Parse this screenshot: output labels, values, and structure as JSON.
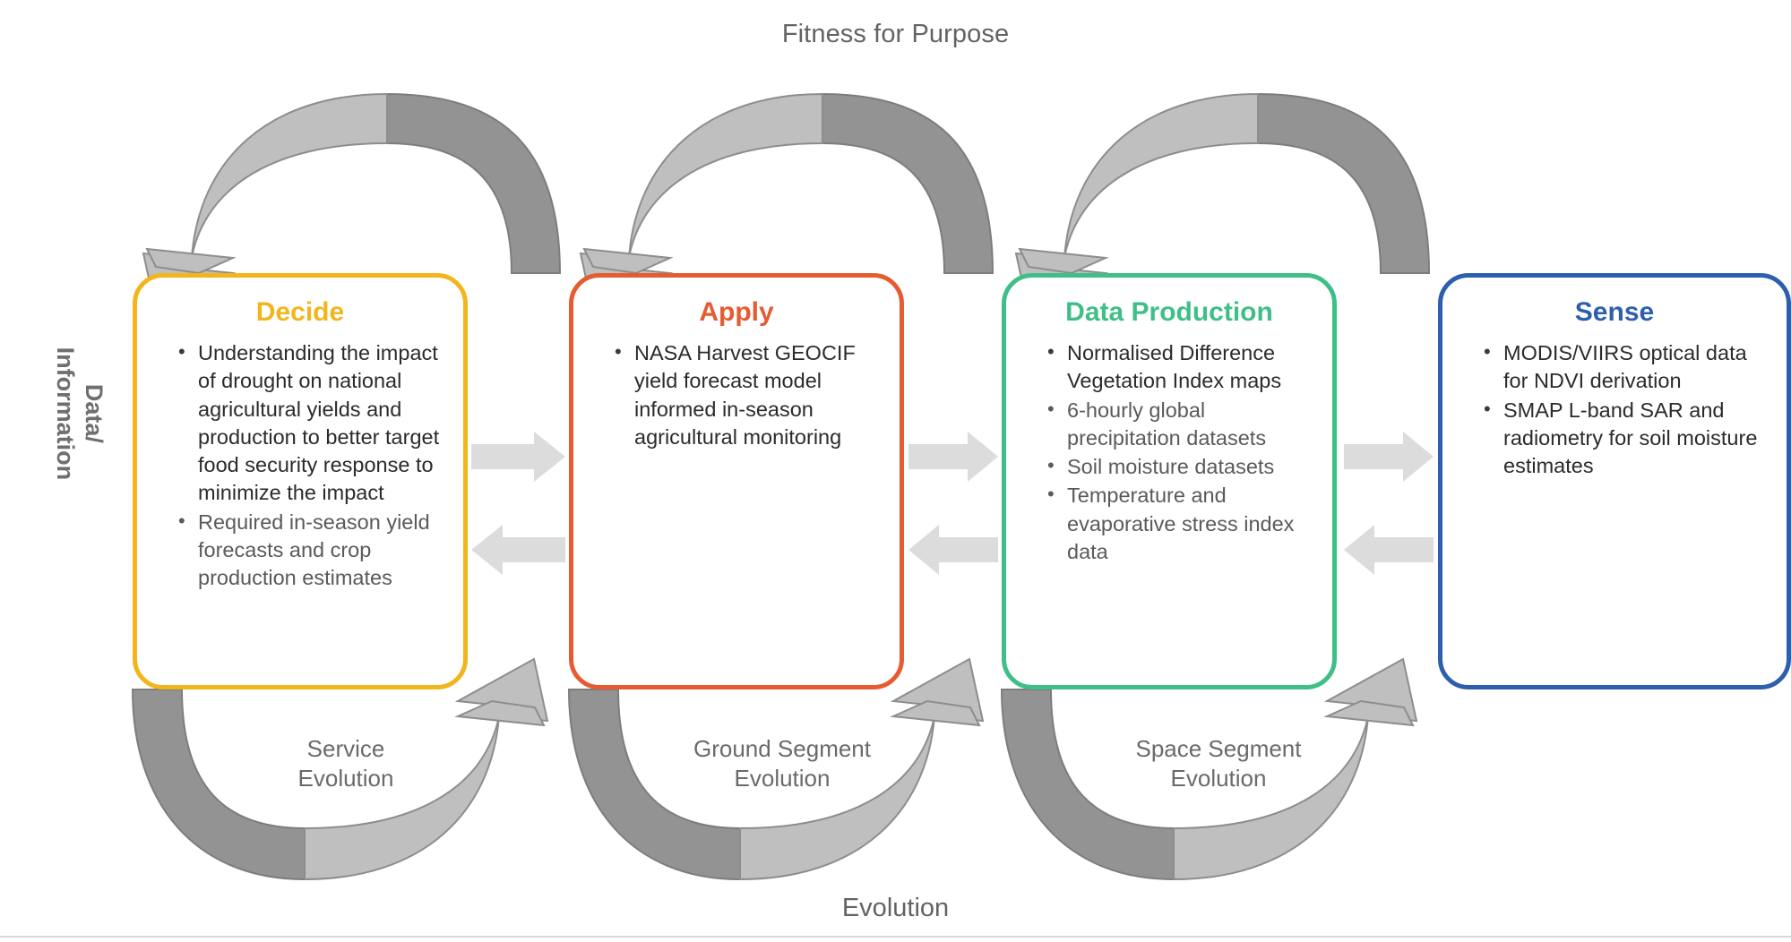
{
  "diagram": {
    "top_caption": "Fitness for Purpose",
    "bottom_caption": "Evolution",
    "side_label_line1": "Data/",
    "side_label_line2": "Information",
    "colors": {
      "decide": "#F2B51B",
      "apply": "#E55B32",
      "data_production": "#3FBF87",
      "sense": "#2E5FAC",
      "arc_light": "#BFBFBF",
      "arc_dark": "#939393",
      "arrow_gray": "#DCDCDC",
      "caption_gray": "#636363"
    }
  },
  "stages": [
    {
      "id": "decide",
      "title": "Decide",
      "bullets": [
        "Understanding the impact of drought on national agricultural yields and production to better target food security response to minimize the impact",
        "Required in-season yield forecasts and crop production estimates"
      ]
    },
    {
      "id": "apply",
      "title": "Apply",
      "bullets": [
        "NASA Harvest GEOCIF yield forecast model informed in-season agricultural monitoring"
      ]
    },
    {
      "id": "data_production",
      "title": "Data Production",
      "bullets": [
        "Normalised Difference Vegetation Index maps",
        "6-hourly global precipitation datasets",
        "Soil moisture datasets",
        "Temperature and evaporative stress index data"
      ]
    },
    {
      "id": "sense",
      "title": "Sense",
      "bullets": [
        "MODIS/VIIRS optical data for NDVI derivation",
        "SMAP L-band SAR and radiometry for soil moisture estimates"
      ]
    }
  ],
  "evolution_labels": [
    {
      "line1": "Service",
      "line2": "Evolution"
    },
    {
      "line1": "Ground Segment",
      "line2": "Evolution"
    },
    {
      "line1": "Space Segment",
      "line2": "Evolution"
    }
  ]
}
